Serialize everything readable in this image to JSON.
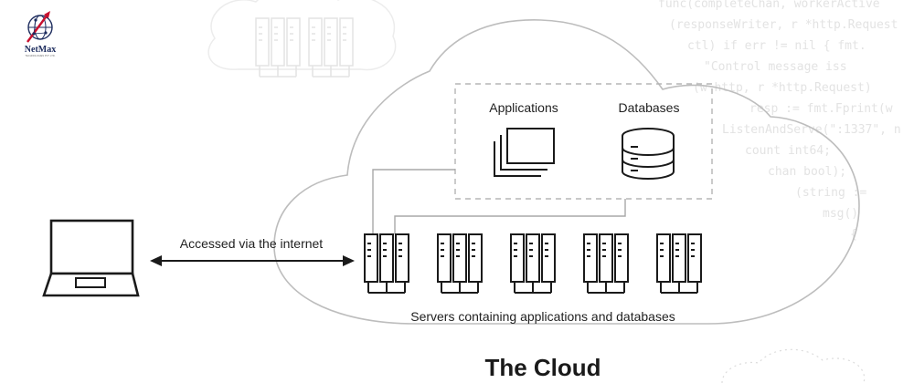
{
  "brand": {
    "name": "NetMax",
    "tagline": "TECHNOLOGIES PVT. LTD.",
    "logo_icon": "network-globe-logo-icon",
    "colors": {
      "navy": "#1d2c5e",
      "red": "#c8102e"
    }
  },
  "diagram": {
    "title": "The Cloud",
    "labels": {
      "applications": "Applications",
      "databases": "Databases",
      "access": "Accessed via the internet",
      "servers": "Servers containing applications and databases"
    },
    "server_rack_count": 5,
    "background_code": [
      "func(completeChan, workerActive",
      "(responseWriter, r *http.Request",
      "ctl)  if err != nil { fmt.",
      "\"Control message iss",
      "(w http, r *http.Request)",
      "resp := fmt.Fprint(w",
      "ListenAndServe(\":1337\", n",
      "count int64;",
      "chan bool);",
      "(string :=",
      "msg()",
      "{"
    ],
    "colors": {
      "stroke": "#1a1a1a",
      "cloud_outline": "#bdbdbd",
      "faint": "#e8e8e8",
      "connector": "#a8a8a8",
      "code_text": "#e3e3e3"
    }
  }
}
